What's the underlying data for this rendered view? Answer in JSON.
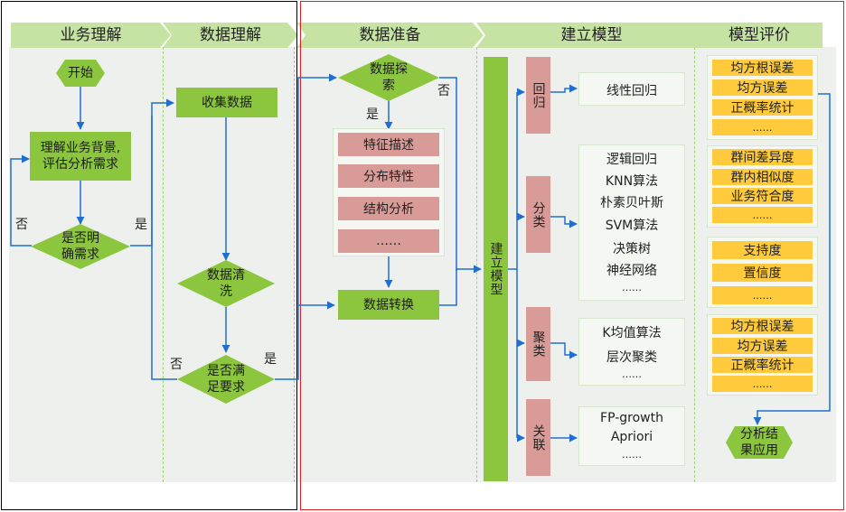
{
  "lanes": [
    "业务理解",
    "数据理解",
    "数据准备",
    "建立模型",
    "模型评价"
  ],
  "business": {
    "start": "开始",
    "understand_line1": "理解业务背景,",
    "understand_line2": "评估分析需求",
    "decision_line1": "是否明",
    "decision_line2": "确需求",
    "no": "否",
    "yes": "是"
  },
  "data_understanding": {
    "collect": "收集数据",
    "clean_line1": "数据清",
    "clean_line2": "洗",
    "decision_line1": "是否满",
    "decision_line2": "足要求",
    "no": "否",
    "yes": "是"
  },
  "data_prep": {
    "explore_line1": "数据探",
    "explore_line2": "索",
    "no": "否",
    "yes": "是",
    "items": [
      "特征描述",
      "分布特性",
      "结构分析",
      "……"
    ],
    "transform": "数据转换"
  },
  "modeling": {
    "build": "建立模型",
    "categories": [
      {
        "label": "回归",
        "methods": [
          "线性回归"
        ]
      },
      {
        "label": "分类",
        "methods": [
          "逻辑回归",
          "KNN算法",
          "朴素贝叶斯",
          "SVM算法",
          "决策树",
          "神经网络",
          "……"
        ]
      },
      {
        "label": "聚类",
        "methods": [
          "K均值算法",
          "层次聚类",
          "……"
        ]
      },
      {
        "label": "关联",
        "methods": [
          "FP-growth",
          "Apriori",
          "……"
        ]
      }
    ]
  },
  "evaluation": {
    "groups": [
      [
        "均方根误差",
        "均方误差",
        "正概率统计",
        "……"
      ],
      [
        "群间差异度",
        "群内相似度",
        "业务符合度",
        "……"
      ],
      [
        "支持度",
        "置信度",
        "……"
      ],
      [
        "均方根误差",
        "均方误差",
        "正概率统计",
        "……"
      ]
    ],
    "result_line1": "分析结",
    "result_line2": "果应用"
  },
  "colors": {
    "green": "#8cc63f",
    "pink": "#d89b97",
    "yellow": "#ffcb3c",
    "arrow": "#1f6fd1",
    "lane_header": "#c6e3a3",
    "frame_left": "#000000",
    "frame_right": "#e02020"
  }
}
